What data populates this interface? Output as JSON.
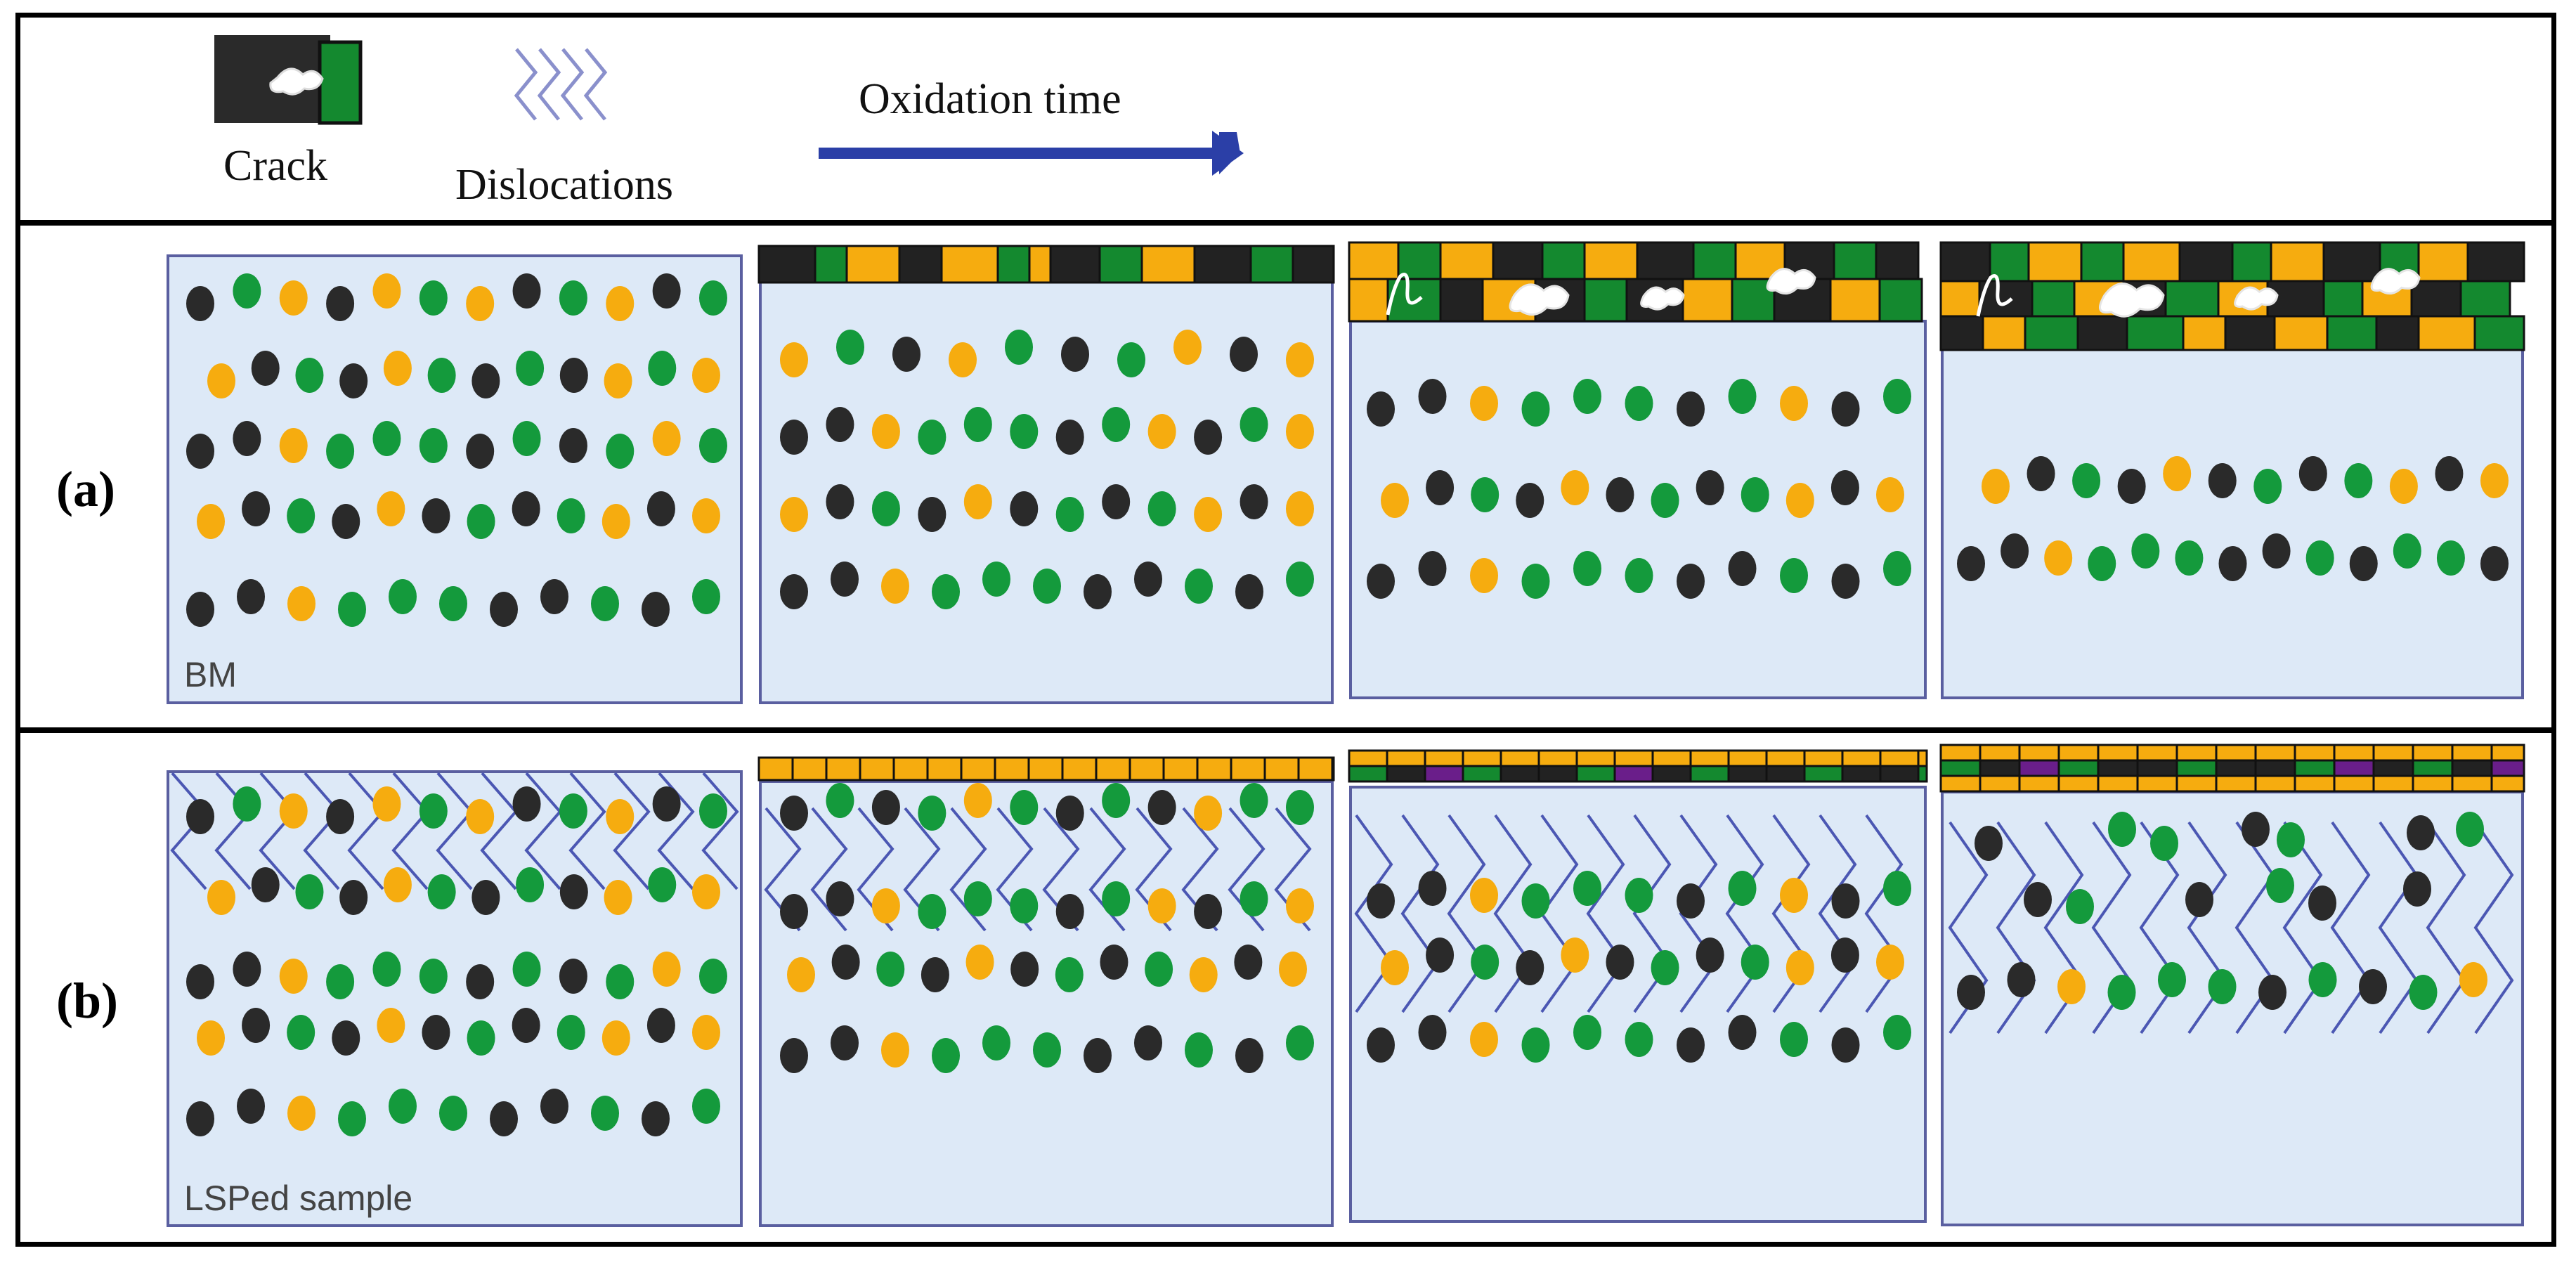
{
  "legend": {
    "crack_label": "Crack",
    "dislocations_label": "Dislocations",
    "oxidation_label": "Oxidation time"
  },
  "rows": [
    {
      "label": "(a)",
      "panel_label": "BM"
    },
    {
      "label": "(b)",
      "panel_label": "LSPed sample"
    }
  ],
  "colors": {
    "black_atom": "#2a2a2a",
    "green_atom": "#149a3c",
    "orange_atom": "#f6ac0f",
    "substrate": "#dde9f7",
    "panel_border": "#5a5fa0",
    "dislocation": "#4b57b3",
    "arrow": "#2b3fa7",
    "oxide_black": "#222222",
    "oxide_green": "#14892f",
    "oxide_orange": "#f6ac0f",
    "oxide_purple": "#6a1e8a"
  },
  "icons": [
    "crack-icon",
    "dislocations-icon",
    "oxidation-arrow-icon"
  ]
}
